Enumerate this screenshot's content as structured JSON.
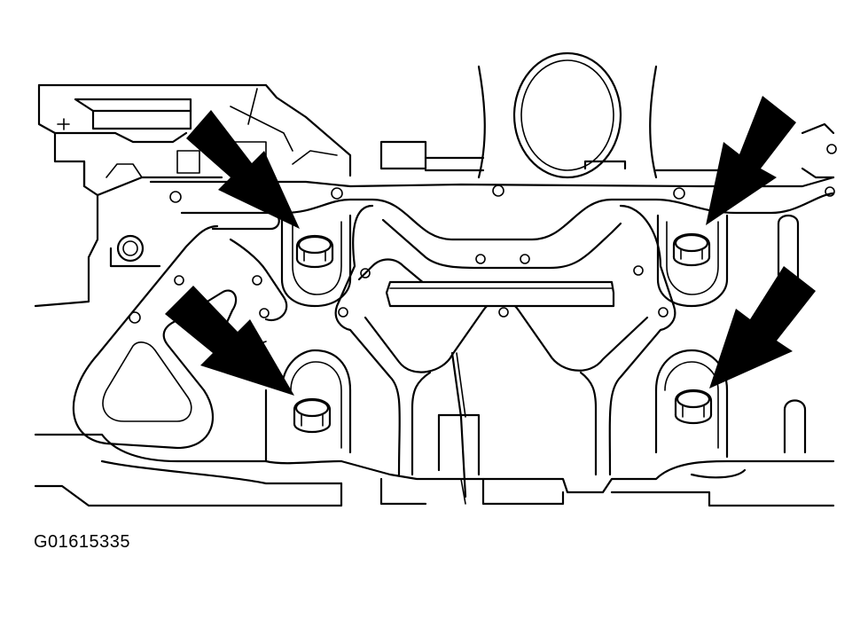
{
  "figure": {
    "id_label": "G01615335"
  },
  "colors": {
    "line": "#000000",
    "background": "#ffffff"
  },
  "callouts": [
    {
      "name": "arrow-upper-left-bolt"
    },
    {
      "name": "arrow-lower-left-bolt"
    },
    {
      "name": "arrow-upper-right-bolt"
    },
    {
      "name": "arrow-lower-right-bolt"
    }
  ]
}
